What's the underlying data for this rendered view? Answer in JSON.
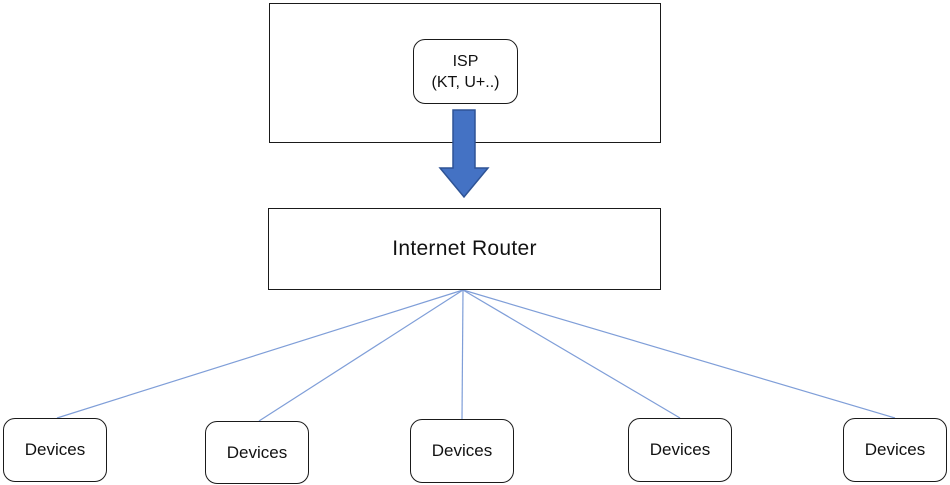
{
  "diagram": {
    "isp": {
      "line1": "ISP",
      "line2": "(KT, U+..)"
    },
    "router": {
      "label": "Internet Router"
    },
    "devices": [
      {
        "label": "Devices"
      },
      {
        "label": "Devices"
      },
      {
        "label": "Devices"
      },
      {
        "label": "Devices"
      },
      {
        "label": "Devices"
      }
    ],
    "colors": {
      "arrow_fill": "#4472C4",
      "arrow_stroke": "#2E5395",
      "connector_line": "#7F9ED8",
      "box_border": "#1A1A1A"
    }
  }
}
